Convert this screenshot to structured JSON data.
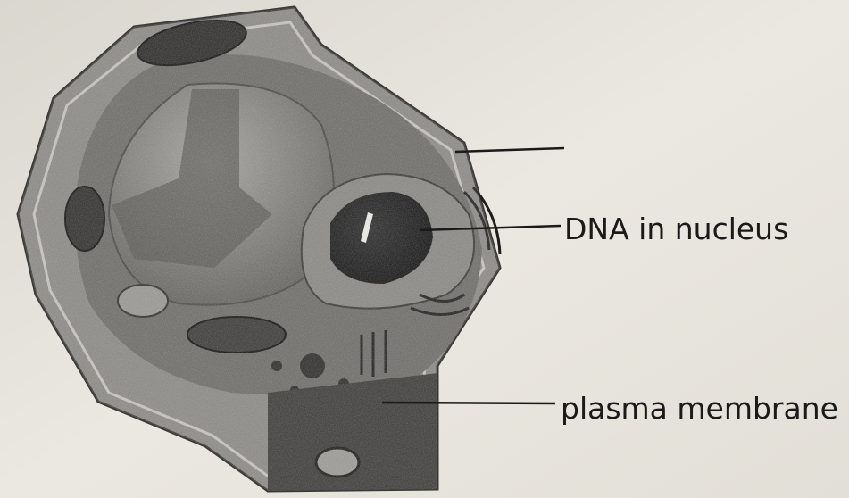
{
  "diagram": {
    "subject": "plant-cell",
    "labels": [
      {
        "id": "unlabeled-structure",
        "text": ""
      },
      {
        "id": "dna-in-nucleus",
        "text": "DNA in nucleus"
      },
      {
        "id": "plasma-membrane",
        "text": "plasma membrane"
      }
    ]
  },
  "colors": {
    "paper": "#e6e3dc",
    "ink": "#1a1a1a",
    "cell_wall": "#8c8a85",
    "cytoplasm": "#6e6c68",
    "vacuole": "#8f8d89",
    "nucleus_dark": "#1c1c1c"
  }
}
